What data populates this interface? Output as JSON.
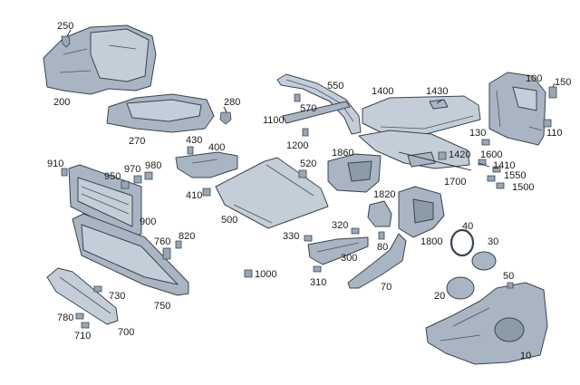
{
  "diagram": {
    "type": "exploded-parts-diagram",
    "part_fill_color": "#a9b5c2",
    "outline_color": "#3a4450",
    "callouts": [
      "250",
      "200",
      "270",
      "280",
      "550",
      "570",
      "1400",
      "1430",
      "100",
      "150",
      "110",
      "1100",
      "1200",
      "130",
      "1860",
      "1420",
      "1600",
      "1410",
      "1550",
      "1500",
      "1700",
      "430",
      "400",
      "410",
      "520",
      "910",
      "950",
      "970",
      "980",
      "900",
      "500",
      "1820",
      "40",
      "30",
      "320",
      "330",
      "300",
      "80",
      "1800",
      "760",
      "820",
      "750",
      "730",
      "1000",
      "310",
      "70",
      "50",
      "20",
      "780",
      "710",
      "700",
      "10"
    ]
  }
}
